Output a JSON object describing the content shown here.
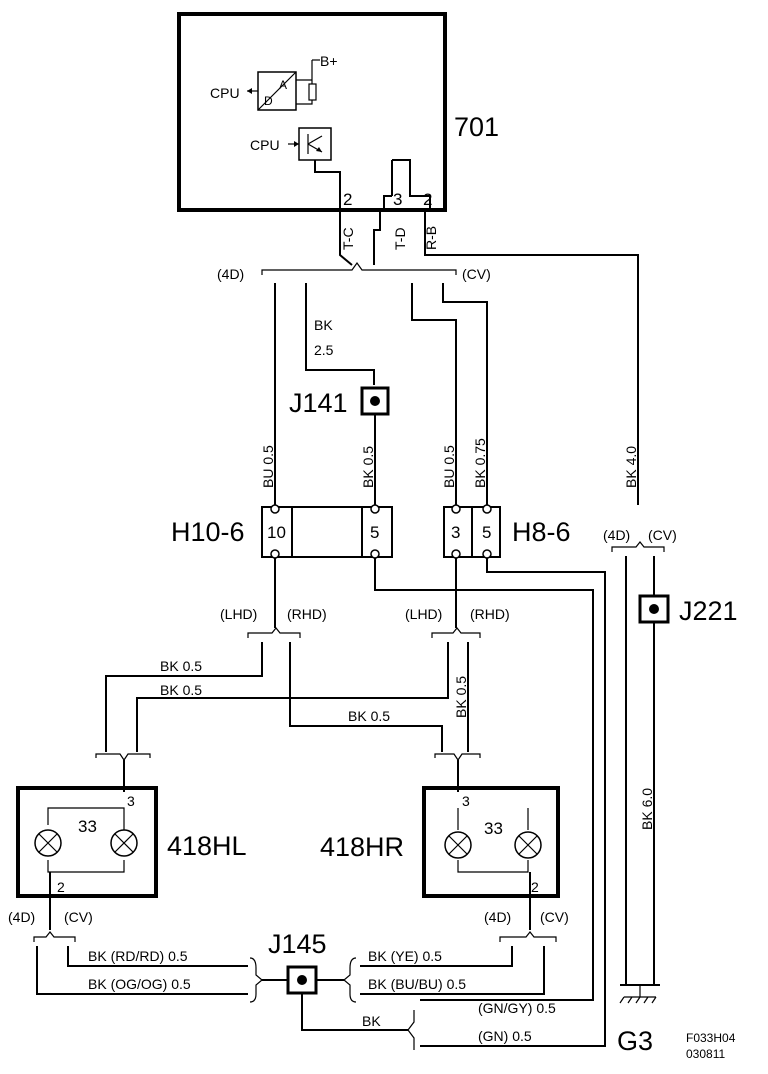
{
  "components": {
    "c701": {
      "id": "701",
      "cpu_top": "CPU",
      "cpu_bottom": "CPU",
      "bplus": "B+",
      "adc_a": "A",
      "adc_d": "D",
      "pin_tc": "2",
      "pin_td": "3",
      "pin_rb": "2",
      "lbl_tc": "T-C",
      "lbl_td": "T-D",
      "lbl_rb": "R-B"
    },
    "h10": {
      "id": "H10-6",
      "pin_a": "10",
      "pin_b": "5"
    },
    "h8": {
      "id": "H8-6",
      "pin_a": "3",
      "pin_b": "5"
    },
    "j141": {
      "id": "J141"
    },
    "j145": {
      "id": "J145"
    },
    "j221": {
      "id": "J221"
    },
    "hl": {
      "id": "418HL",
      "lamp": "33",
      "pin_top": "3",
      "pin_bottom": "2"
    },
    "hr": {
      "id": "418HR",
      "lamp": "33",
      "pin_top": "3",
      "pin_bottom": "2"
    },
    "g3": {
      "id": "G3"
    }
  },
  "variants": {
    "v4d": "(4D)",
    "vcv": "(CV)",
    "lhd": "(LHD)",
    "rhd": "(RHD)"
  },
  "wires": {
    "bk": "BK",
    "bk_25": "2.5",
    "bu05": "BU 0.5",
    "bk05": "BK 0.5",
    "bk075": "BK 0.75",
    "bk40": "BK 4.0",
    "bk60": "BK 6.0",
    "bk_lhd": "BK  0.5",
    "bk_rhd": "BK  0.5",
    "bk_mid": "BK  0.5",
    "rd": "BK (RD/RD)  0.5",
    "og": "BK (OG/OG)   0.5",
    "ye": "BK  (YE)   0.5",
    "bubu": "BK  (BU/BU)  0.5",
    "gngy": "(GN/GY)   0.5",
    "gn": "(GN)    0.5",
    "bk_j145": "BK"
  },
  "footer": {
    "code": "F033H04",
    "date": "030811"
  }
}
